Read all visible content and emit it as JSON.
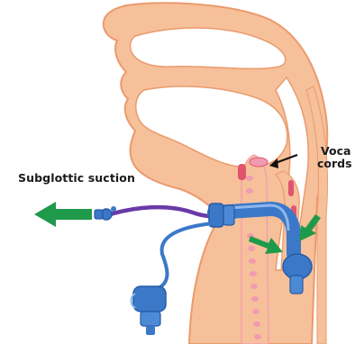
{
  "labels": {
    "subglottic": "Subglottic suction",
    "vocal_line1": "Voca",
    "vocal_line2": "cords"
  },
  "colors": {
    "tissue": "#f6c09a",
    "tissue_outline": "#eb9a6c",
    "cartilage": "#f29ab0",
    "tube_blue": "#3b78c8",
    "tube_dark": "#255aa6",
    "suction_purple": "#6a3aa8",
    "arrow_green": "#1f9a4a",
    "label_text": "#1a1a1a"
  },
  "icons": [
    "green-arrow-left-icon",
    "green-arrow-down-right-icon",
    "green-arrow-down-left-icon",
    "black-arrow-icon"
  ]
}
